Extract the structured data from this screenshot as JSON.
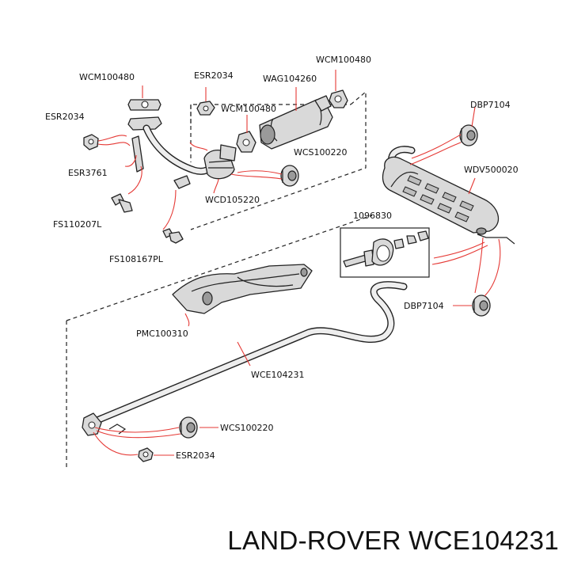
{
  "labels": {
    "wcm100480_left": "WCM100480",
    "esr2034_top": "ESR2034",
    "wcm100480_right": "WCM100480",
    "wag104260": "WAG104260",
    "esr2034_left": "ESR2034",
    "wcm100480_mid": "WCM100480",
    "dbp7104_top": "DBP7104",
    "wcs100220_top": "WCS100220",
    "esr3761": "ESR3761",
    "wdv500020": "WDV500020",
    "wcd105220": "WCD105220",
    "fs110207l": "FS110207L",
    "n1096830": "1096830",
    "fs108167pl": "FS108167PL",
    "dbp7104_bottom": "DBP7104",
    "pmc100310": "PMC100310",
    "wce104231": "WCE104231",
    "wcs100220_bottom": "WCS100220",
    "esr2034_bottom": "ESR2034"
  },
  "footer": {
    "title": "LAND-ROVER WCE104231"
  },
  "colors": {
    "leader": "#e53935",
    "outline": "#222222",
    "part_fill": "#d9d9d9"
  }
}
